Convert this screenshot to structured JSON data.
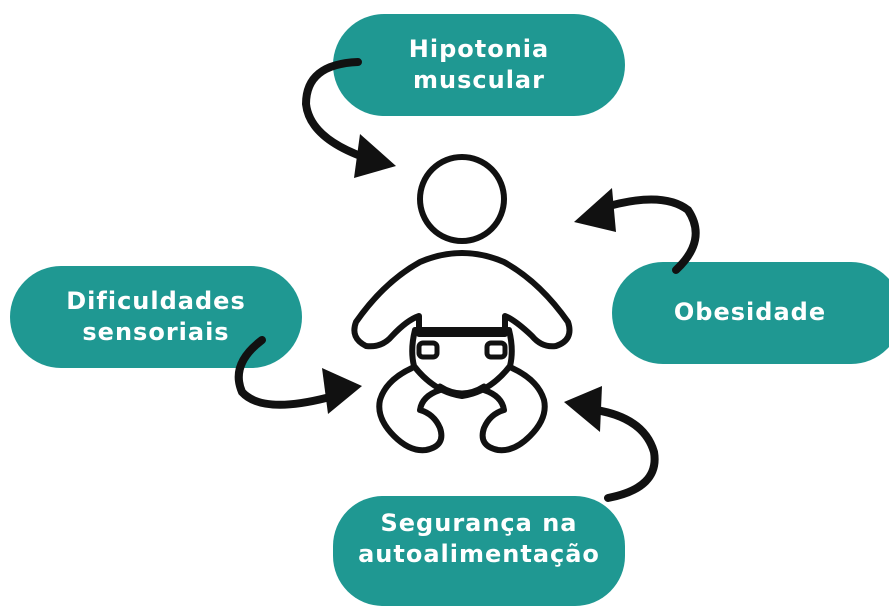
{
  "nodes": {
    "top": {
      "line1": "Hipotonia",
      "line2": "muscular"
    },
    "left": {
      "line1": "Dificuldades",
      "line2": "sensoriais"
    },
    "right": {
      "line1": "Obesidade"
    },
    "bottom": {
      "line1": "Segurança na",
      "line2": "autoalimentação"
    }
  },
  "colors": {
    "pill": "#1f9892",
    "text": "#ffffff",
    "stroke": "#111111"
  },
  "icons": {
    "center": "baby-diaper-icon",
    "arrows": "curved-arrow-icon"
  }
}
